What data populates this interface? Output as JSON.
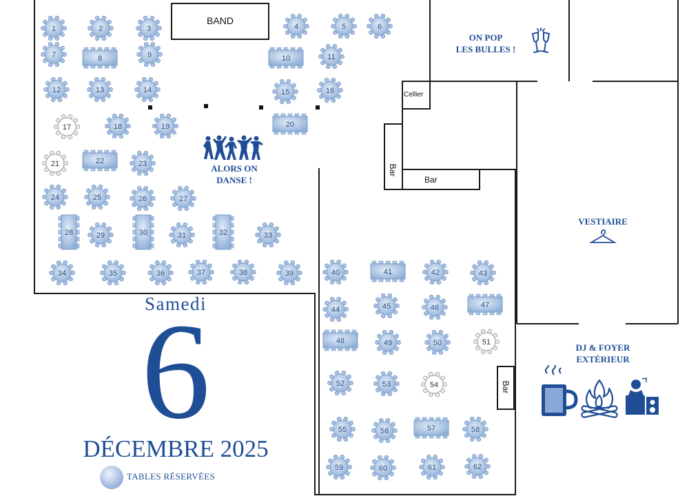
{
  "rooms": {
    "band": "BAND",
    "cellier": "Cellier",
    "bar_vertical": "Bar",
    "bar_horizontal": "Bar",
    "bar_right": "Bar"
  },
  "zones": {
    "bubbles": [
      "ON POP",
      "LES BULLES !"
    ],
    "dance": [
      "ALORS ON",
      "DANSE !"
    ],
    "cloakroom": "VESTIAIRE",
    "dj": [
      "DJ & FOYER",
      "EXTÉRIEUR"
    ]
  },
  "date": {
    "day_name": "Samedi",
    "day_number": "6",
    "month_year": "DÉCEMBRE 2025"
  },
  "legend": {
    "reserved_label": "TABLES RÉSERVÉES"
  },
  "icons": {
    "champagne": "champagne-glasses-icon",
    "dancers": "dancers-icon",
    "hanger": "coat-hanger-icon",
    "mug": "hot-drink-mug-icon",
    "fire": "campfire-icon",
    "dj": "dj-speaker-icon"
  },
  "colors": {
    "brand_blue": "#1f4e96",
    "table_fill": "#b9cde8",
    "table_fill_light": "#d6e3f3",
    "walls": "#1a1a1a"
  },
  "tables": [
    {
      "label": "1",
      "shape": "round",
      "reserved": true
    },
    {
      "label": "2",
      "shape": "round",
      "reserved": true
    },
    {
      "label": "3",
      "shape": "round",
      "reserved": true
    },
    {
      "label": "4",
      "shape": "round",
      "reserved": true
    },
    {
      "label": "5",
      "shape": "round",
      "reserved": true
    },
    {
      "label": "6",
      "shape": "round",
      "reserved": true
    },
    {
      "label": "7",
      "shape": "round",
      "reserved": true
    },
    {
      "label": "8",
      "shape": "rect",
      "reserved": true
    },
    {
      "label": "9",
      "shape": "round",
      "reserved": true
    },
    {
      "label": "10",
      "shape": "rect",
      "reserved": true
    },
    {
      "label": "11",
      "shape": "round",
      "reserved": true
    },
    {
      "label": "12",
      "shape": "round",
      "reserved": true
    },
    {
      "label": "13",
      "shape": "round",
      "reserved": true
    },
    {
      "label": "14",
      "shape": "round",
      "reserved": true
    },
    {
      "label": "15",
      "shape": "round",
      "reserved": true
    },
    {
      "label": "16",
      "shape": "round",
      "reserved": true
    },
    {
      "label": "17",
      "shape": "round",
      "reserved": false
    },
    {
      "label": "18",
      "shape": "round",
      "reserved": true
    },
    {
      "label": "19",
      "shape": "round",
      "reserved": true
    },
    {
      "label": "20",
      "shape": "rect",
      "reserved": true
    },
    {
      "label": "21",
      "shape": "round",
      "reserved": false
    },
    {
      "label": "22",
      "shape": "rect",
      "reserved": true
    },
    {
      "label": "23",
      "shape": "round",
      "reserved": true
    },
    {
      "label": "24",
      "shape": "round",
      "reserved": true
    },
    {
      "label": "25",
      "shape": "round",
      "reserved": true
    },
    {
      "label": "26",
      "shape": "round",
      "reserved": true
    },
    {
      "label": "27",
      "shape": "round",
      "reserved": true
    },
    {
      "label": "28",
      "shape": "rect-v",
      "reserved": true
    },
    {
      "label": "29",
      "shape": "round",
      "reserved": true
    },
    {
      "label": "30",
      "shape": "rect-v",
      "reserved": true
    },
    {
      "label": "31",
      "shape": "round",
      "reserved": true
    },
    {
      "label": "32",
      "shape": "rect-v",
      "reserved": true
    },
    {
      "label": "33",
      "shape": "round",
      "reserved": true
    },
    {
      "label": "34",
      "shape": "round",
      "reserved": true
    },
    {
      "label": "35",
      "shape": "round",
      "reserved": true
    },
    {
      "label": "36",
      "shape": "round",
      "reserved": true
    },
    {
      "label": "37",
      "shape": "round",
      "reserved": true
    },
    {
      "label": "38",
      "shape": "round",
      "reserved": true
    },
    {
      "label": "39",
      "shape": "round",
      "reserved": true
    },
    {
      "label": "40",
      "shape": "round",
      "reserved": true
    },
    {
      "label": "41",
      "shape": "rect",
      "reserved": true
    },
    {
      "label": "42",
      "shape": "round",
      "reserved": true
    },
    {
      "label": "43",
      "shape": "round",
      "reserved": true
    },
    {
      "label": "44",
      "shape": "round",
      "reserved": true
    },
    {
      "label": "45",
      "shape": "round",
      "reserved": true
    },
    {
      "label": "46",
      "shape": "round",
      "reserved": true
    },
    {
      "label": "47",
      "shape": "rect",
      "reserved": true
    },
    {
      "label": "48",
      "shape": "rect",
      "reserved": true
    },
    {
      "label": "49",
      "shape": "round",
      "reserved": true
    },
    {
      "label": "50",
      "shape": "round",
      "reserved": true
    },
    {
      "label": "51",
      "shape": "round",
      "reserved": false
    },
    {
      "label": "52",
      "shape": "round",
      "reserved": true
    },
    {
      "label": "53",
      "shape": "round",
      "reserved": true
    },
    {
      "label": "54",
      "shape": "round",
      "reserved": false
    },
    {
      "label": "55",
      "shape": "round",
      "reserved": true
    },
    {
      "label": "56",
      "shape": "round",
      "reserved": true
    },
    {
      "label": "57",
      "shape": "rect",
      "reserved": true
    },
    {
      "label": "58",
      "shape": "round",
      "reserved": true
    },
    {
      "label": "59",
      "shape": "round",
      "reserved": true
    },
    {
      "label": "60",
      "shape": "round",
      "reserved": true
    },
    {
      "label": "61",
      "shape": "round",
      "reserved": true
    },
    {
      "label": "62",
      "shape": "round",
      "reserved": true
    }
  ]
}
